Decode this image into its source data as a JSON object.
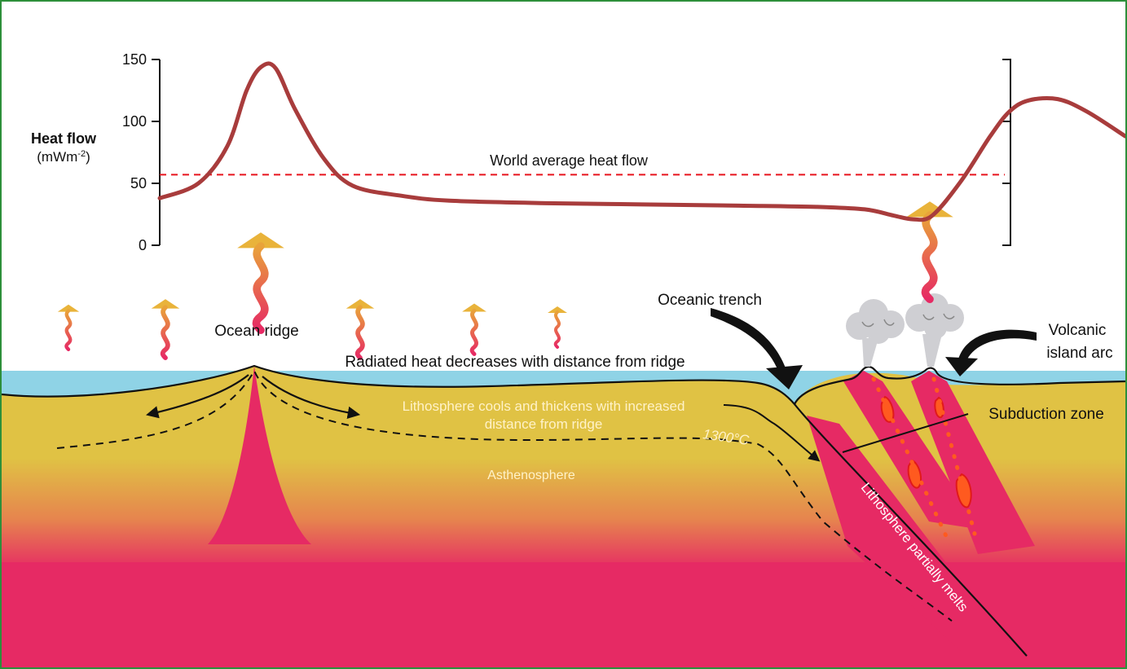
{
  "chart": {
    "ylabel_bold": "Heat flow",
    "ylabel_units_prefix": "(mWm",
    "ylabel_units_exp": "-2",
    "ylabel_units_suffix": ")",
    "ticks": [
      "0",
      "50",
      "100",
      "150"
    ],
    "reference_line_label": "World average heat flow"
  },
  "chart_data": {
    "type": "line",
    "ylabel": "Heat flow (mWm-2)",
    "ylim": [
      0,
      150
    ],
    "y_ticks": [
      0,
      50,
      100,
      150
    ],
    "series": [
      {
        "x": [
          0,
          0.04,
          0.07,
          0.09,
          0.105,
          0.12,
          0.14,
          0.17,
          0.2,
          0.25,
          0.3,
          0.4,
          0.5,
          0.6,
          0.68,
          0.73,
          0.76,
          0.78,
          0.8,
          0.83,
          0.86,
          0.88,
          0.9,
          0.93,
          0.96,
          1.0
        ],
        "values": [
          38,
          50,
          80,
          125,
          144,
          143,
          110,
          70,
          48,
          40,
          36,
          34,
          33,
          32,
          31,
          29,
          24,
          21,
          24,
          52,
          88,
          108,
          117,
          118,
          108,
          88
        ]
      }
    ],
    "reference_line": {
      "value": 57,
      "style": "dashed",
      "color": "#e8141d"
    },
    "line_color": "#a83c3c"
  },
  "labels": {
    "ocean_ridge": "Ocean ridge",
    "radiated_heat": "Radiated heat decreases with distance from ridge",
    "lithosphere_cools_1": "Lithosphere cools and thickens with increased",
    "lithosphere_cools_2": "distance from ridge",
    "isotherm": "1300°C",
    "asthenosphere": "Asthenosphere",
    "oceanic_trench": "Oceanic trench",
    "volcanic_1": "Volcanic",
    "volcanic_2": "island arc",
    "subduction_zone": "Subduction zone",
    "lithosphere_melts": "Lithosphere partially melts"
  },
  "colors": {
    "frame": "#2d8f3a",
    "ocean": "#8fd3e6",
    "lithosphere": "#e0c244",
    "magma": "#e62a64",
    "molten": "#ff5a1f",
    "ash": "#cfcfd3",
    "heat_line": "#a83c3c",
    "average_line": "#e8141d",
    "text_dark": "#1a1a1a",
    "text_light": "#fff2c8"
  }
}
